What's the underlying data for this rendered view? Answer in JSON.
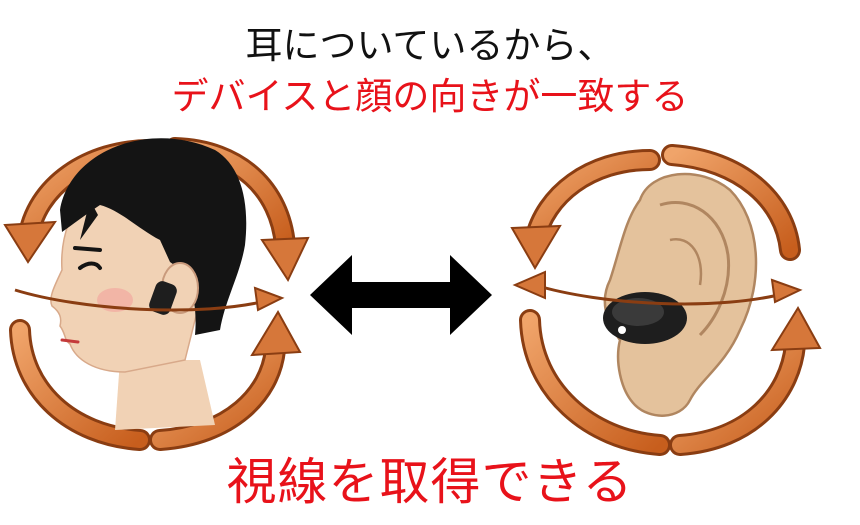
{
  "heading": {
    "line1": "耳についているから、",
    "line2": "デバイスと顔の向きが一致する"
  },
  "footer": {
    "text": "視線を取得できる"
  },
  "colors": {
    "accent_red": "#e8121a",
    "arrow_orange": "#cc6b2a",
    "arrow_outline": "#8a3d12",
    "skin": "#f1d2b5",
    "ear_skin": "#e4c29c",
    "hair": "#141414",
    "earbud": "#1e1e1e",
    "double_arrow": "#000000"
  },
  "icons": {
    "left": "head-profile-with-earbud-icon",
    "center": "double-headed-arrow-icon",
    "right": "ear-with-earbud-icon"
  }
}
